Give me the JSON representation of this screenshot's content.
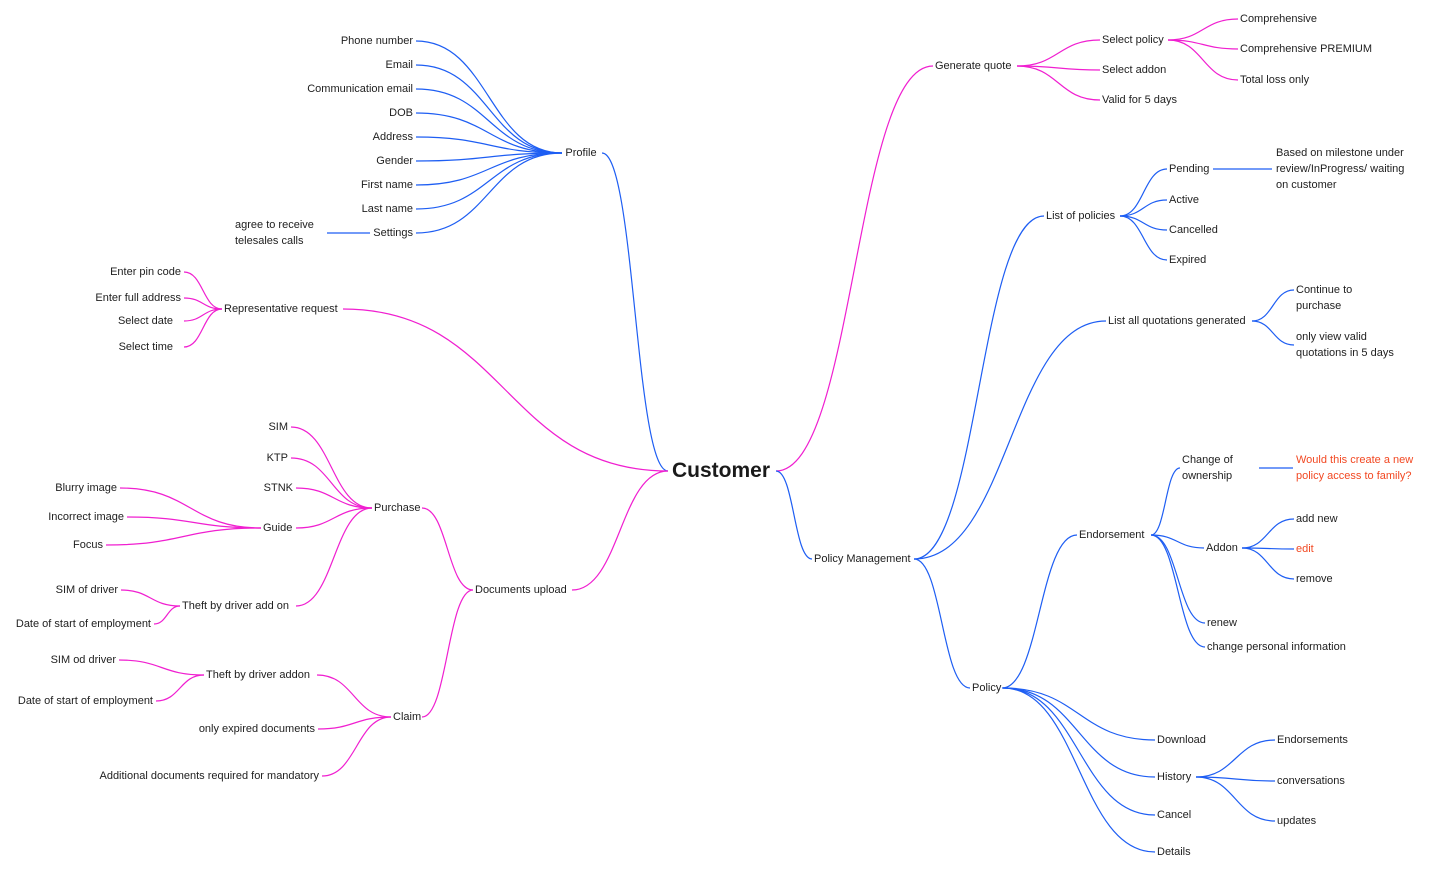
{
  "colors": {
    "blue": "#1e5ef3",
    "pink": "#f01fd0",
    "text": "#1e1e1e",
    "note": "#f24822"
  },
  "root": {
    "label": "Customer"
  },
  "left": {
    "profile": {
      "label": "Profile",
      "children": [
        "Phone number",
        "Email",
        "Communication email",
        "DOB",
        "Address",
        "Gender",
        "First name",
        "Last name",
        "Settings"
      ],
      "settings_note": "agree to receive telesales calls"
    },
    "representative_request": {
      "label": "Representative request",
      "children": [
        "Enter pin code",
        "Enter full address",
        "Select date",
        "Select time"
      ]
    },
    "documents_upload": {
      "label": "Documents upload",
      "purchase": {
        "label": "Purchase",
        "children": [
          "SIM",
          "KTP",
          "STNK",
          "Guide",
          "Theft by driver add on"
        ],
        "guide_children": [
          "Blurry image",
          "Incorrect image",
          "Focus"
        ],
        "theft_children": [
          "SIM of driver",
          "Date of start of employment"
        ]
      },
      "claim": {
        "label": "Claim",
        "children": [
          "Theft by driver addon",
          "only expired documents",
          "Additional documents required for mandatory"
        ],
        "theft_children": [
          "SIM od driver",
          "Date of start of employment"
        ]
      }
    }
  },
  "right": {
    "generate_quote": {
      "label": "Generate quote",
      "children": [
        "Select policy",
        "Select addon",
        "Valid for 5 days"
      ],
      "policy_children": [
        "Comprehensive",
        "Comprehensive PREMIUM",
        "Total loss only"
      ]
    },
    "policy_management": {
      "label": "Policy Management",
      "list_of_policies": {
        "label": "List of policies",
        "children": [
          "Pending",
          "Active",
          "Cancelled",
          "Expired"
        ],
        "pending_note": "Based on milestone under review/InProgress/ waiting on customer"
      },
      "list_quotations": {
        "label": "List all quotations generated",
        "children": [
          "Continue to purchase",
          "only view valid quotations in 5 days"
        ]
      },
      "policy": {
        "label": "Policy",
        "endorsement": {
          "label": "Endorsement",
          "change_of_ownership": "Change of ownership",
          "ownership_note": "Would this create a new policy access to family?",
          "addon": {
            "label": "Addon",
            "children": [
              "add new",
              "edit",
              "remove"
            ]
          },
          "renew": "renew",
          "change_personal_info": "change personal information"
        },
        "children": [
          "Download",
          "History",
          "Cancel",
          "Details"
        ],
        "history_children": [
          "Endorsements",
          "conversations",
          "updates"
        ]
      }
    }
  }
}
